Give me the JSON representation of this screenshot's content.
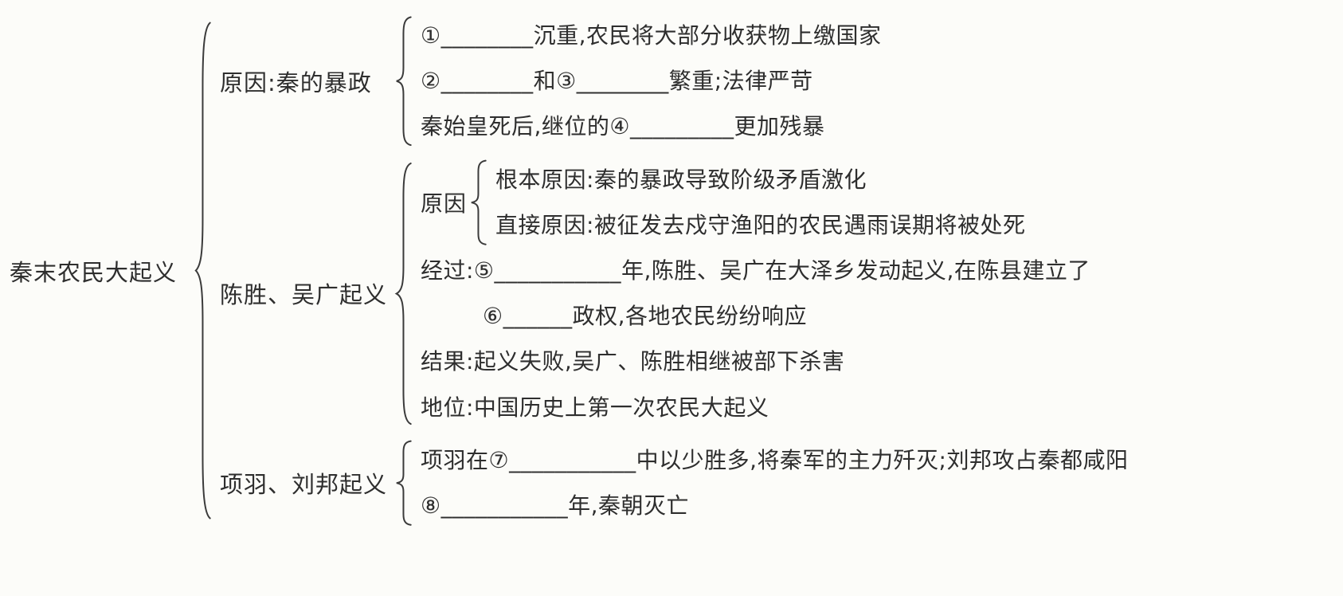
{
  "colors": {
    "background": "#fcfcf9",
    "text": "#2e2e2e",
    "brace_stroke": "#3b3b3b"
  },
  "root": {
    "label": "秦末农民大起义"
  },
  "branches": [
    {
      "label": "原因:秦的暴政",
      "lines": [
        "①________沉重,农民将大部分收获物上缴国家",
        "②________和③________繁重;法律严苛",
        "秦始皇死后,继位的④_________更加残暴"
      ]
    },
    {
      "label": "陈胜、吴广起义",
      "cause": {
        "label": "原因",
        "lines": [
          "根本原因:秦的暴政导致阶级矛盾激化",
          "直接原因:被征发去戍守渔阳的农民遇雨误期将被处死"
        ]
      },
      "lines": [
        "经过:⑤___________年,陈胜、吴广在大泽乡发动起义,在陈县建立了",
        "⑥______政权,各地农民纷纷响应",
        "结果:起义失败,吴广、陈胜相继被部下杀害",
        "地位:中国历史上第一次农民大起义"
      ]
    },
    {
      "label": "项羽、刘邦起义",
      "lines": [
        "项羽在⑦___________中以少胜多,将秦军的主力歼灭;刘邦攻占秦都咸阳",
        "⑧___________年,秦朝灭亡"
      ]
    }
  ]
}
